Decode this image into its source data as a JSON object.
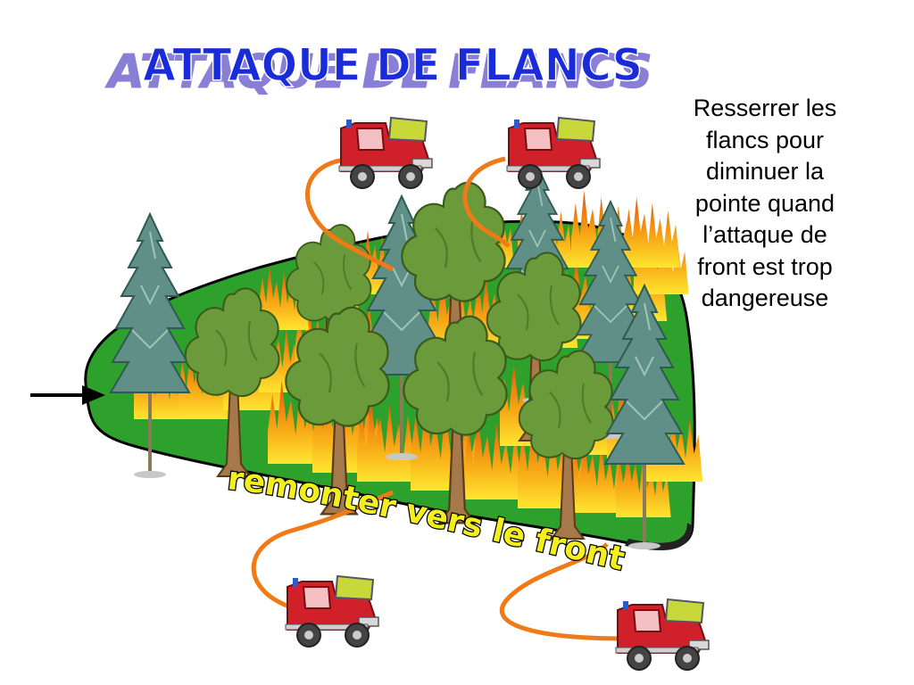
{
  "title": "ATTAQUE  DE  FLANCS",
  "side_text_lines": [
    "Resserrer  les",
    "flancs pour",
    "diminuer  la",
    "pointe quand",
    "l’attaque  de",
    "front est trop",
    "dangereuse"
  ],
  "curved_label": "remonter vers le front",
  "colors": {
    "title_fill": "#1a2bd8",
    "title_shadow": "#8a7fd6",
    "ground": "#2ea02c",
    "fire": "#f08a10",
    "truck_red": "#d0202a",
    "truck_path": "#f07a18",
    "label_fill": "#f2ee20"
  },
  "icons": [
    "fire-truck-icon",
    "pine-tree-icon",
    "oak-tree-icon",
    "flame-icon",
    "arrow-right-icon"
  ]
}
